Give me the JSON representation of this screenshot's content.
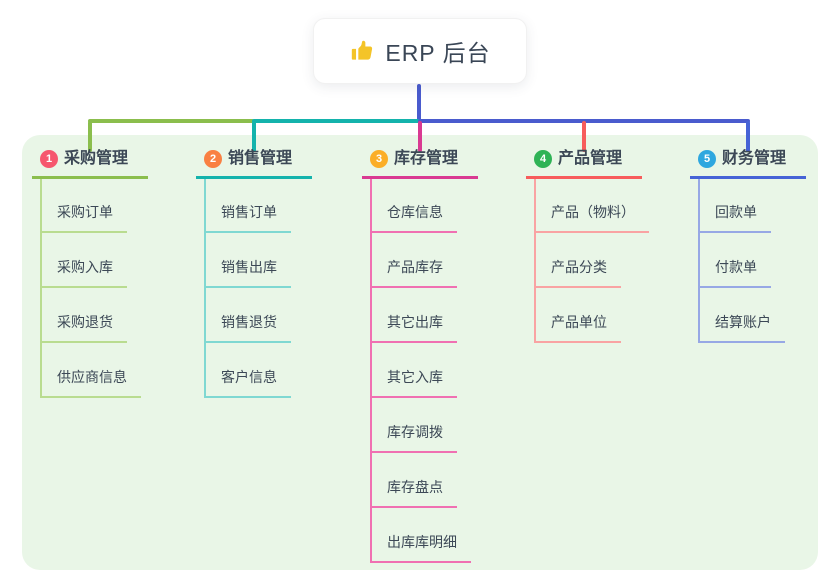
{
  "root": {
    "title": "ERP 后台",
    "icon": "thumbs-up-icon"
  },
  "branches": [
    {
      "badge": "1",
      "label": "采购管理",
      "badge_color": "#f6576e",
      "color": "#8bbe4d",
      "child_color": "#b9dc90",
      "children": [
        "采购订单",
        "采购入库",
        "采购退货",
        "供应商信息"
      ]
    },
    {
      "badge": "2",
      "label": "销售管理",
      "badge_color": "#f98042",
      "color": "#14b3ac",
      "child_color": "#7fd8d2",
      "children": [
        "销售订单",
        "销售出库",
        "销售退货",
        "客户信息"
      ]
    },
    {
      "badge": "3",
      "label": "库存管理",
      "badge_color": "#fbae27",
      "color": "#d93a92",
      "child_color": "#f070b2",
      "children": [
        "仓库信息",
        "产品库存",
        "其它出库",
        "其它入库",
        "库存调拨",
        "库存盘点",
        "出库库明细"
      ]
    },
    {
      "badge": "4",
      "label": "产品管理",
      "badge_color": "#2fb356",
      "color": "#f75c5c",
      "child_color": "#f9a3a3",
      "children": [
        "产品（物料）",
        "产品分类",
        "产品单位"
      ]
    },
    {
      "badge": "5",
      "label": "财务管理",
      "badge_color": "#2ea7df",
      "color": "#4663d6",
      "child_color": "#97a8e5",
      "children": [
        "回款单",
        "付款单",
        "结算账户"
      ]
    }
  ],
  "colors": {
    "root_line": "#4a5bce",
    "panel_bg": "#e9f6e7",
    "text": "#3c4856",
    "thumb_icon": "#f4c428"
  }
}
